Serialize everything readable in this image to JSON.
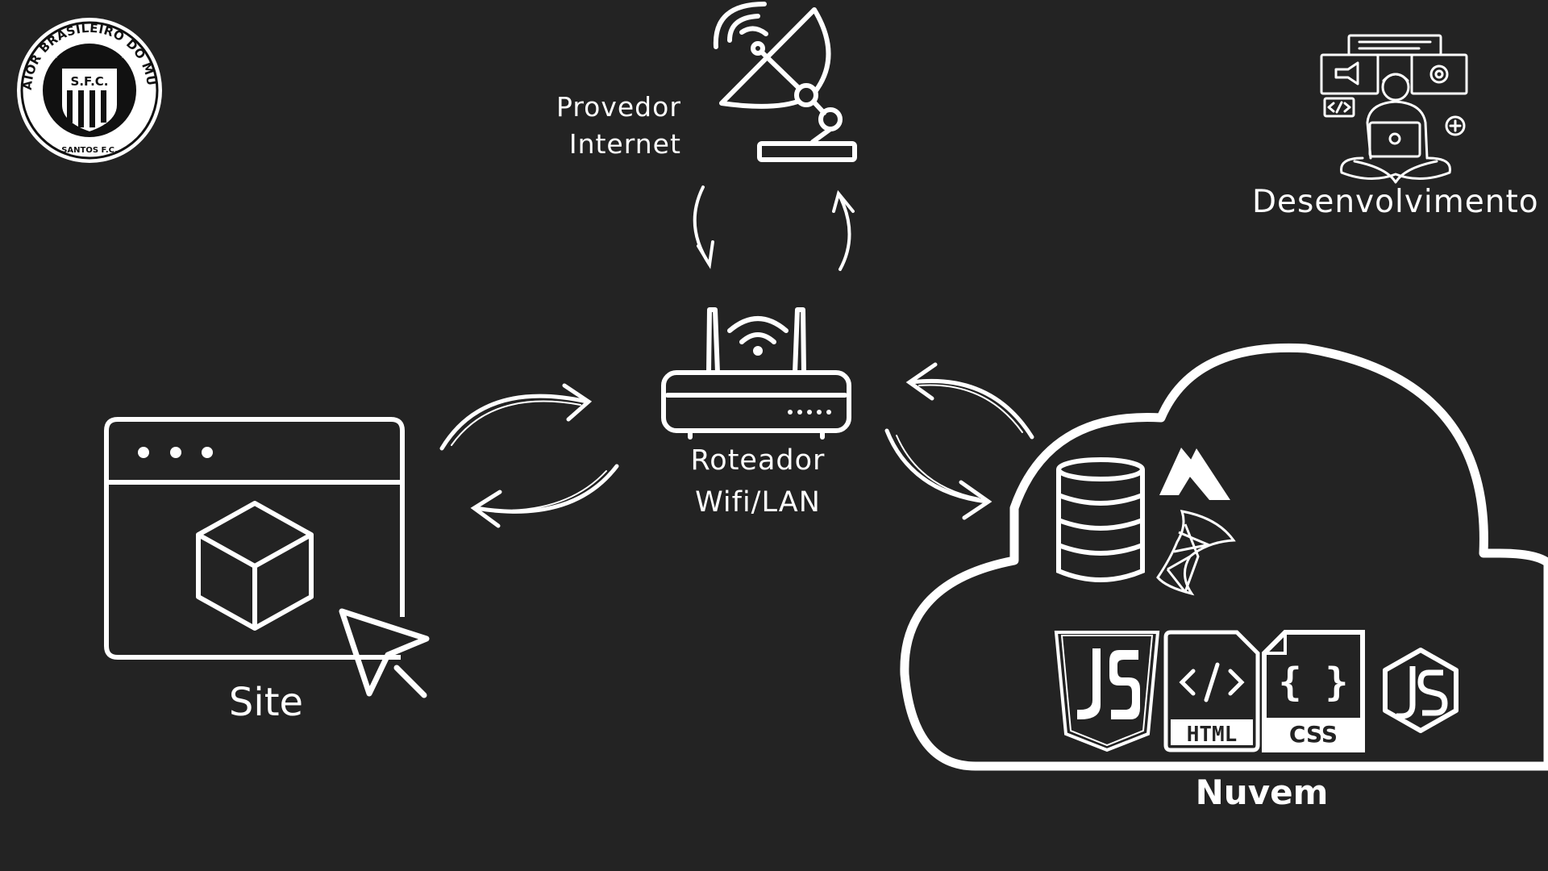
{
  "logo": {
    "ring_text": "O MAIOR BRASILEIRO DO MUNDO",
    "bottom_text": "SANTOS F.C.",
    "monogram": "S.F.C."
  },
  "nodes": {
    "provider": {
      "line1": "Provedor",
      "line2": "Internet"
    },
    "router": {
      "line1": "Roteador",
      "line2": "Wifi/LAN"
    },
    "site": {
      "label": "Site"
    },
    "development": {
      "label": "Desenvolvimento"
    },
    "cloud": {
      "label": "Nuvem"
    }
  },
  "tech_badges": {
    "html": "HTML",
    "css": "CSS",
    "css_braces": "{ }"
  },
  "colors": {
    "background": "#232323",
    "foreground": "#ffffff"
  }
}
